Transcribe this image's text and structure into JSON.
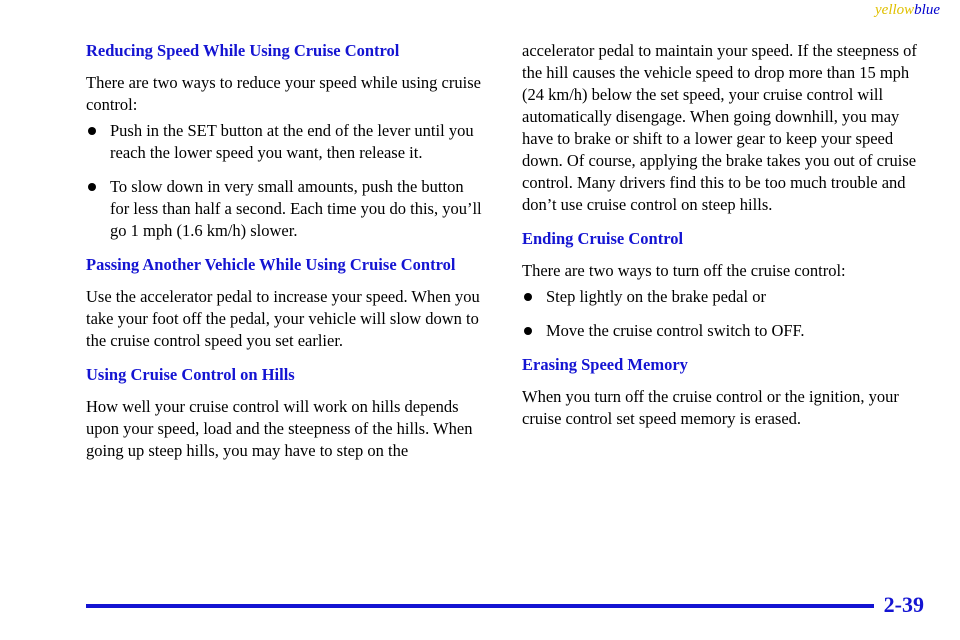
{
  "header_tag": {
    "yellow": "yellow",
    "blue": "blue"
  },
  "colors": {
    "heading": "#1414d2",
    "rule": "#1414d2",
    "tag_yellow": "#e0c000",
    "tag_blue": "#0000cc"
  },
  "left": {
    "s1": {
      "heading": "Reducing Speed While Using Cruise Control",
      "intro": "There are two ways to reduce your speed while using cruise control:",
      "bullets": [
        "Push in the SET button at the end of the lever until you reach the lower speed you want, then release it.",
        "To slow down in very small amounts, push the button for less than half a second. Each time you do this, you’ll go 1 mph (1.6 km/h) slower."
      ]
    },
    "s2": {
      "heading": "Passing Another Vehicle While Using Cruise Control",
      "body": "Use the accelerator pedal to increase your speed. When you take your foot off the pedal, your vehicle will slow down to the cruise control speed you set earlier."
    },
    "s3": {
      "heading": "Using Cruise Control on Hills",
      "body": "How well your cruise control will work on hills depends upon your speed, load and the steepness of the hills. When going up steep hills, you may have to step on the"
    }
  },
  "right": {
    "cont": "accelerator pedal to maintain your speed. If the steepness of the hill causes the vehicle speed to drop more than 15 mph (24 km/h) below the set speed, your cruise control will automatically disengage. When going downhill, you may have to brake or shift to a lower gear to keep your speed down. Of course, applying the brake takes you out of cruise control. Many drivers find this to be too much trouble and don’t use cruise control on steep hills.",
    "s4": {
      "heading": "Ending Cruise Control",
      "intro": "There are two ways to turn off the cruise control:",
      "bullets": [
        "Step lightly on the brake pedal or",
        "Move the cruise control switch to OFF."
      ]
    },
    "s5": {
      "heading": "Erasing Speed Memory",
      "body": "When you turn off the cruise control or the ignition, your cruise control set speed memory is erased."
    }
  },
  "page_number": "2-39"
}
